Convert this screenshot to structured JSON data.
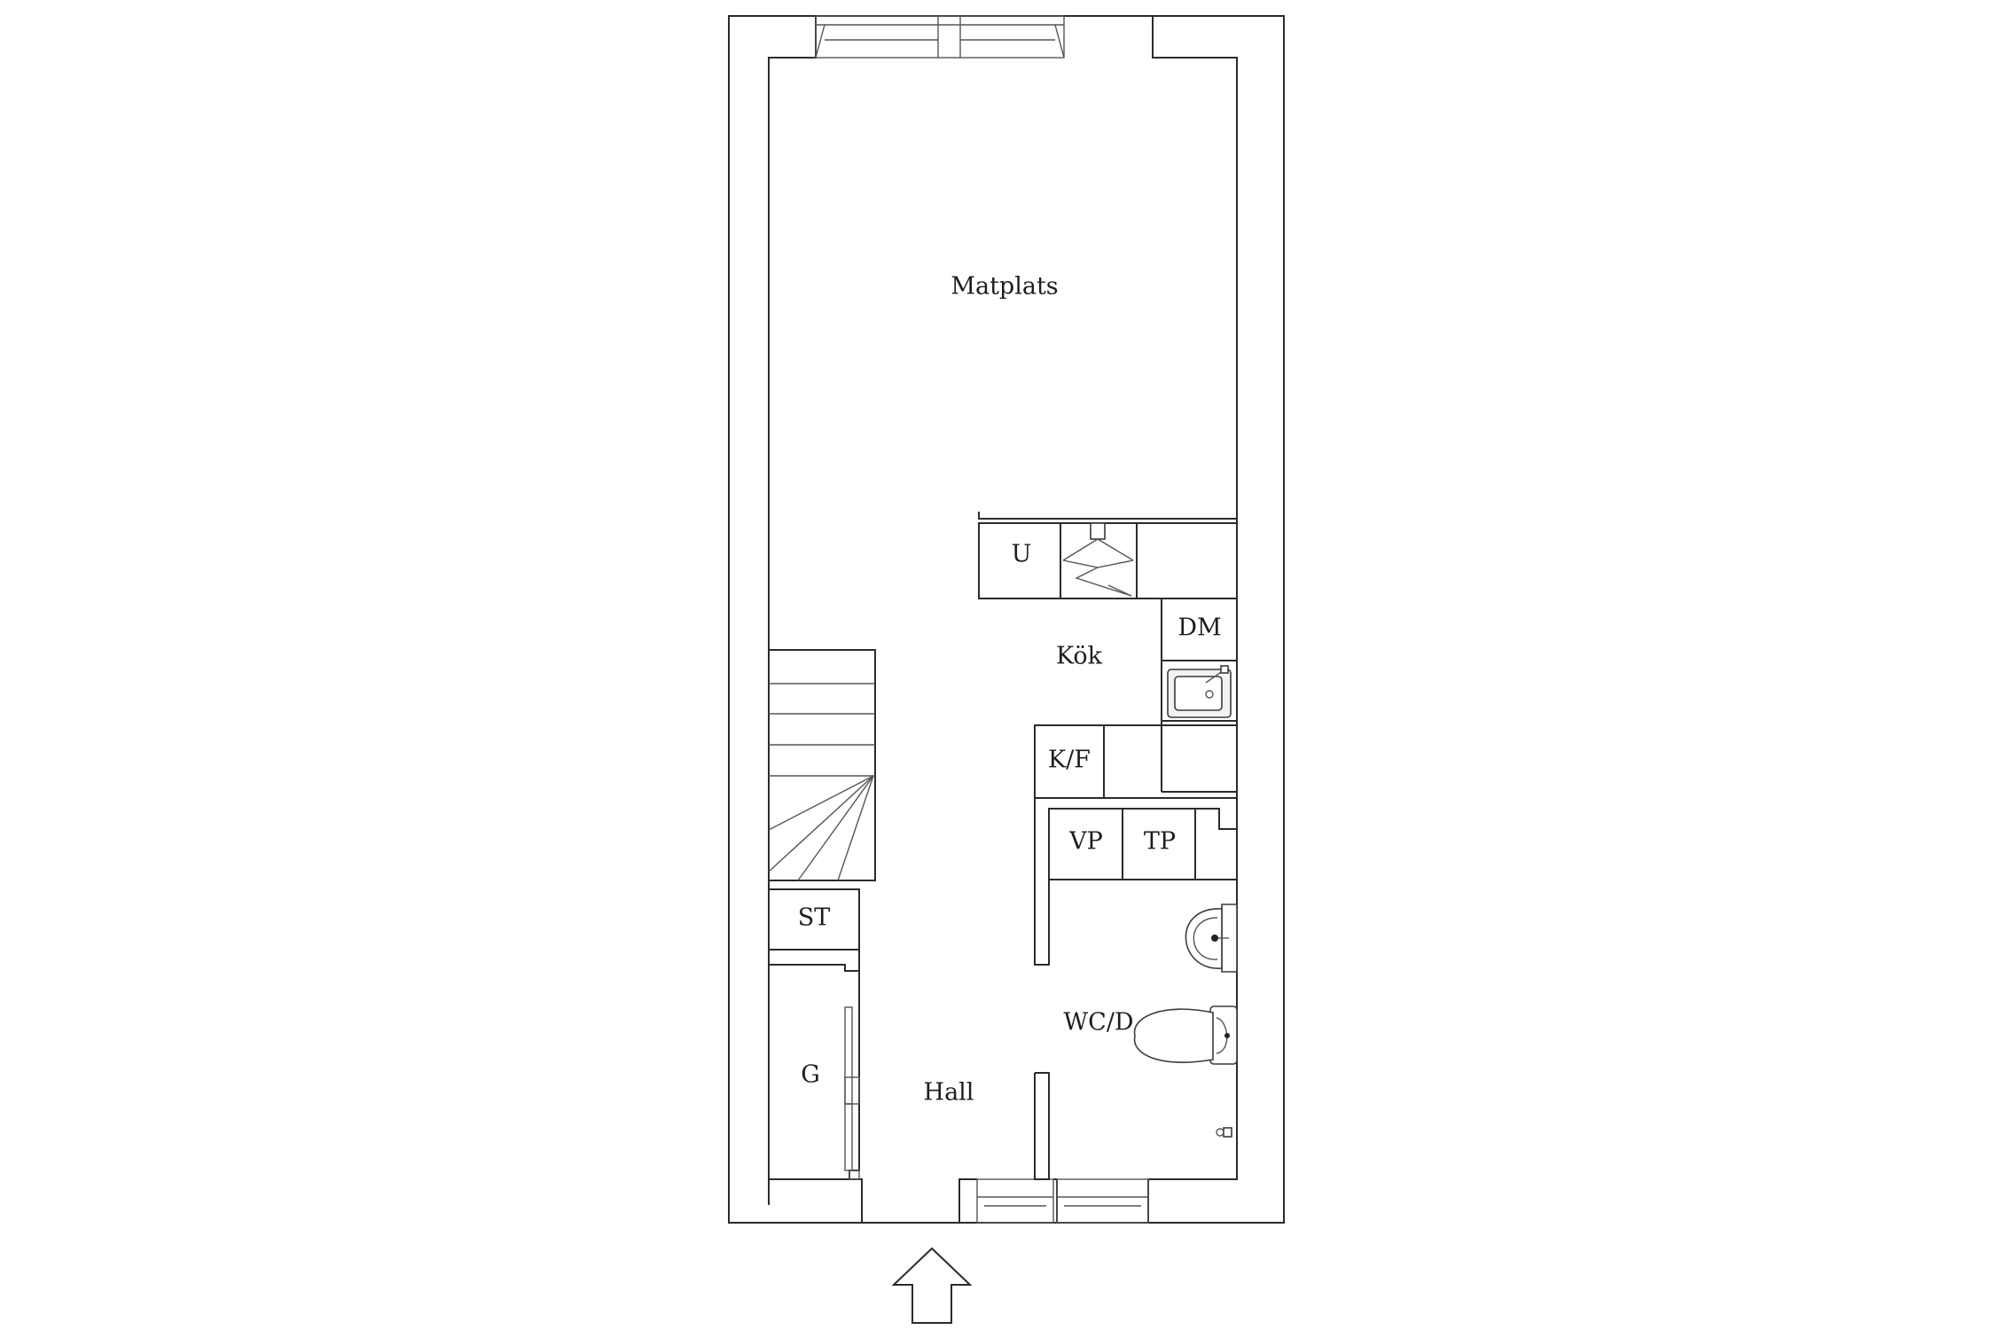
{
  "floorplan": {
    "rooms": {
      "matplats": "Matplats",
      "kok": "Kök",
      "hall": "Hall",
      "wc_d": "WC/D"
    },
    "fixtures": {
      "u": "U",
      "dm": "DM",
      "kf": "K/F",
      "vp": "VP",
      "tp": "TP",
      "st": "ST",
      "g": "G"
    },
    "icons": {
      "entrance": "entrance-arrow-icon",
      "stair": "staircase-icon",
      "stove": "stove-hood-icon",
      "sink": "kitchen-sink-icon",
      "washbasin": "washbasin-icon",
      "toilet": "toilet-icon",
      "tap": "floor-drain-icon"
    },
    "colors": {
      "line": "#2b2b2b",
      "background": "#ffffff"
    }
  }
}
